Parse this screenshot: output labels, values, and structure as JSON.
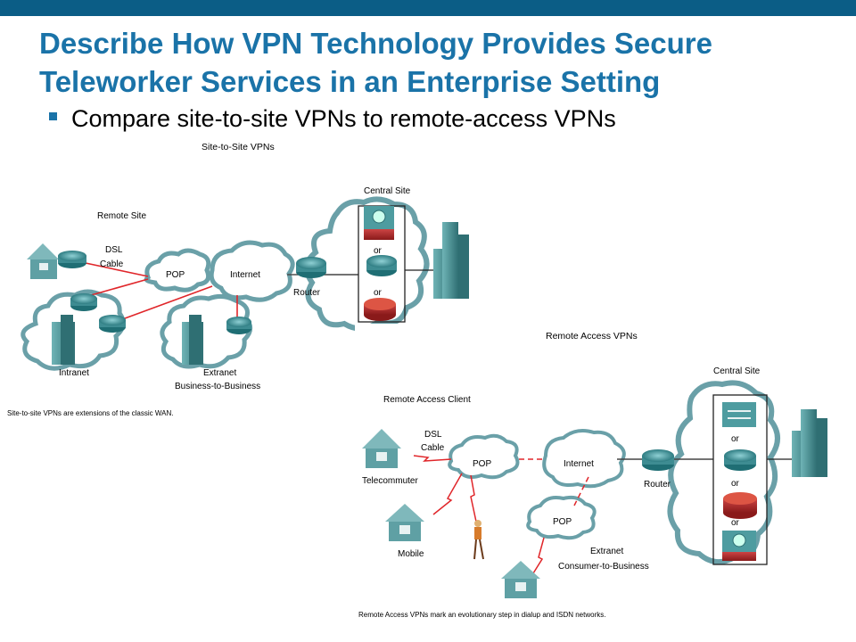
{
  "slide": {
    "title_line1": "Describe How VPN Technology Provides Secure",
    "title_line2": "Teleworker Services in an Enterprise Setting",
    "bullet": "Compare site-to-site VPNs to remote-access VPNs"
  },
  "colors": {
    "top_bar": "#0b5d86",
    "title": "#1a73a8",
    "vpn_link": "#e0262a",
    "cloud_edge": "#6aa0a8",
    "device": "#3e8c92"
  },
  "site_to_site": {
    "title": "Site-to-Site VPNs",
    "remote_site": "Remote Site",
    "dsl_line1": "DSL",
    "dsl_line2": "Cable",
    "pop": "POP",
    "internet": "Internet",
    "router": "Router",
    "central_site": "Central Site",
    "or1": "or",
    "or2": "or",
    "intranet": "Intranet",
    "extranet_line1": "Extranet",
    "extranet_line2": "Business-to-Business",
    "caption": "Site-to-site VPNs are extensions of the classic WAN."
  },
  "remote_access": {
    "title": "Remote Access VPNs",
    "central_site": "Central Site",
    "remote_client": "Remote Access Client",
    "dsl_line1": "DSL",
    "dsl_line2": "Cable",
    "pop1": "POP",
    "internet": "Internet",
    "router": "Router",
    "telecommuter": "Telecommuter",
    "pop2": "POP",
    "mobile": "Mobile",
    "extranet_line1": "Extranet",
    "extranet_line2": "Consumer-to-Business",
    "or1": "or",
    "or2": "or",
    "or3": "or",
    "caption": "Remote Access VPNs mark an evolutionary step in dialup and ISDN networks."
  }
}
